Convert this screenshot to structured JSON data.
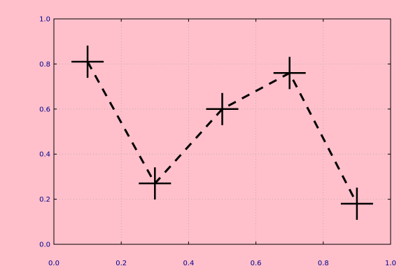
{
  "chart_data": {
    "type": "line",
    "title": "",
    "xlabel": "",
    "ylabel": "",
    "xlim": [
      0.0,
      1.0
    ],
    "ylim": [
      0.0,
      1.0
    ],
    "grid": true,
    "legend": "none",
    "x_ticks": [
      "0.0",
      "0.2",
      "0.4",
      "0.6",
      "0.8",
      "1.0"
    ],
    "y_ticks": [
      "0.0",
      "0.2",
      "0.4",
      "0.6",
      "0.8",
      "1.0"
    ],
    "series": [
      {
        "x": [
          0.1,
          0.3,
          0.5,
          0.7,
          0.9
        ],
        "y": [
          0.81,
          0.27,
          0.6,
          0.76,
          0.18
        ],
        "line_style": "dashed",
        "marker": "plus",
        "color": "#000000"
      }
    ]
  },
  "colors": {
    "background": "#ffc0cb",
    "frame": "#000000",
    "grid": "#b8a4a8",
    "tick_label": "#00008b"
  }
}
